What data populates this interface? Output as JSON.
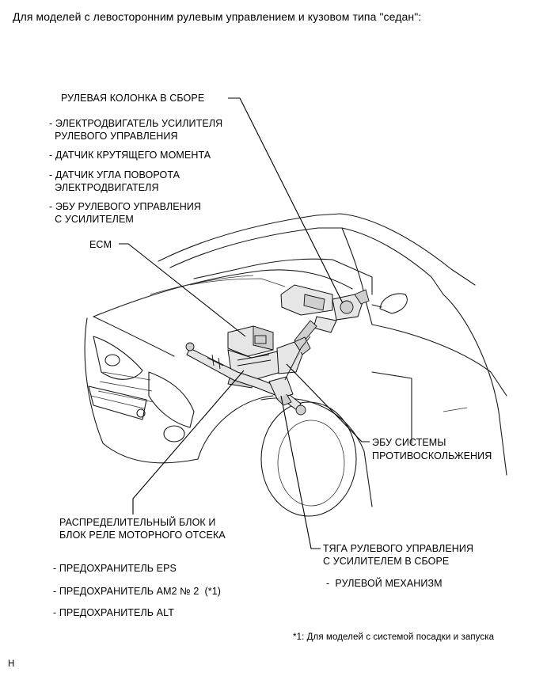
{
  "header": "Для моделей с левосторонним рулевым управлением и кузовом типа \"седан\":",
  "labels": {
    "steering_column": "РУЛЕВАЯ КОЛОНКА В СБОРЕ",
    "column_items": [
      {
        "line1": "- ЭЛЕКТРОДВИГАТЕЛЬ УСИЛИТЕЛЯ",
        "line2": "  РУЛЕВОГО УПРАВЛЕНИЯ"
      },
      {
        "line1": "- ДАТЧИК КРУТЯЩЕГО МОМЕНТА",
        "line2": ""
      },
      {
        "line1": "- ДАТЧИК УГЛА ПОВОРОТА",
        "line2": "  ЭЛЕКТРОДВИГАТЕЛЯ"
      },
      {
        "line1": "- ЭБУ РУЛЕВОГО УПРАВЛЕНИЯ",
        "line2": "  С УСИЛИТЕЛЕМ"
      }
    ],
    "ecm": "ECM",
    "skid_ecu_line1": "ЭБУ СИСТЕМЫ",
    "skid_ecu_line2": "ПРОТИВОСКОЛЬЖЕНИЯ",
    "junction_line1": "РАСПРЕДЕЛИТЕЛЬНЫЙ БЛОК И",
    "junction_line2": "БЛОК РЕЛЕ МОТОРНОГО ОТСЕКА",
    "fuses": [
      "- ПРЕДОХРАНИТЕЛЬ EPS",
      "- ПРЕДОХРАНИТЕЛЬ AM2 № 2  (*1)",
      "- ПРЕДОХРАНИТЕЛЬ ALT"
    ],
    "link_line1": "ТЯГА РУЛЕВОГО УПРАВЛЕНИЯ",
    "link_line2": "С УСИЛИТЕЛЕМ В СБОРЕ",
    "link_item": "-  РУЛЕВОЙ МЕХАНИЗМ",
    "footnote": "*1: Для моделей с системой посадки и запуска",
    "corner_mark": "H"
  }
}
